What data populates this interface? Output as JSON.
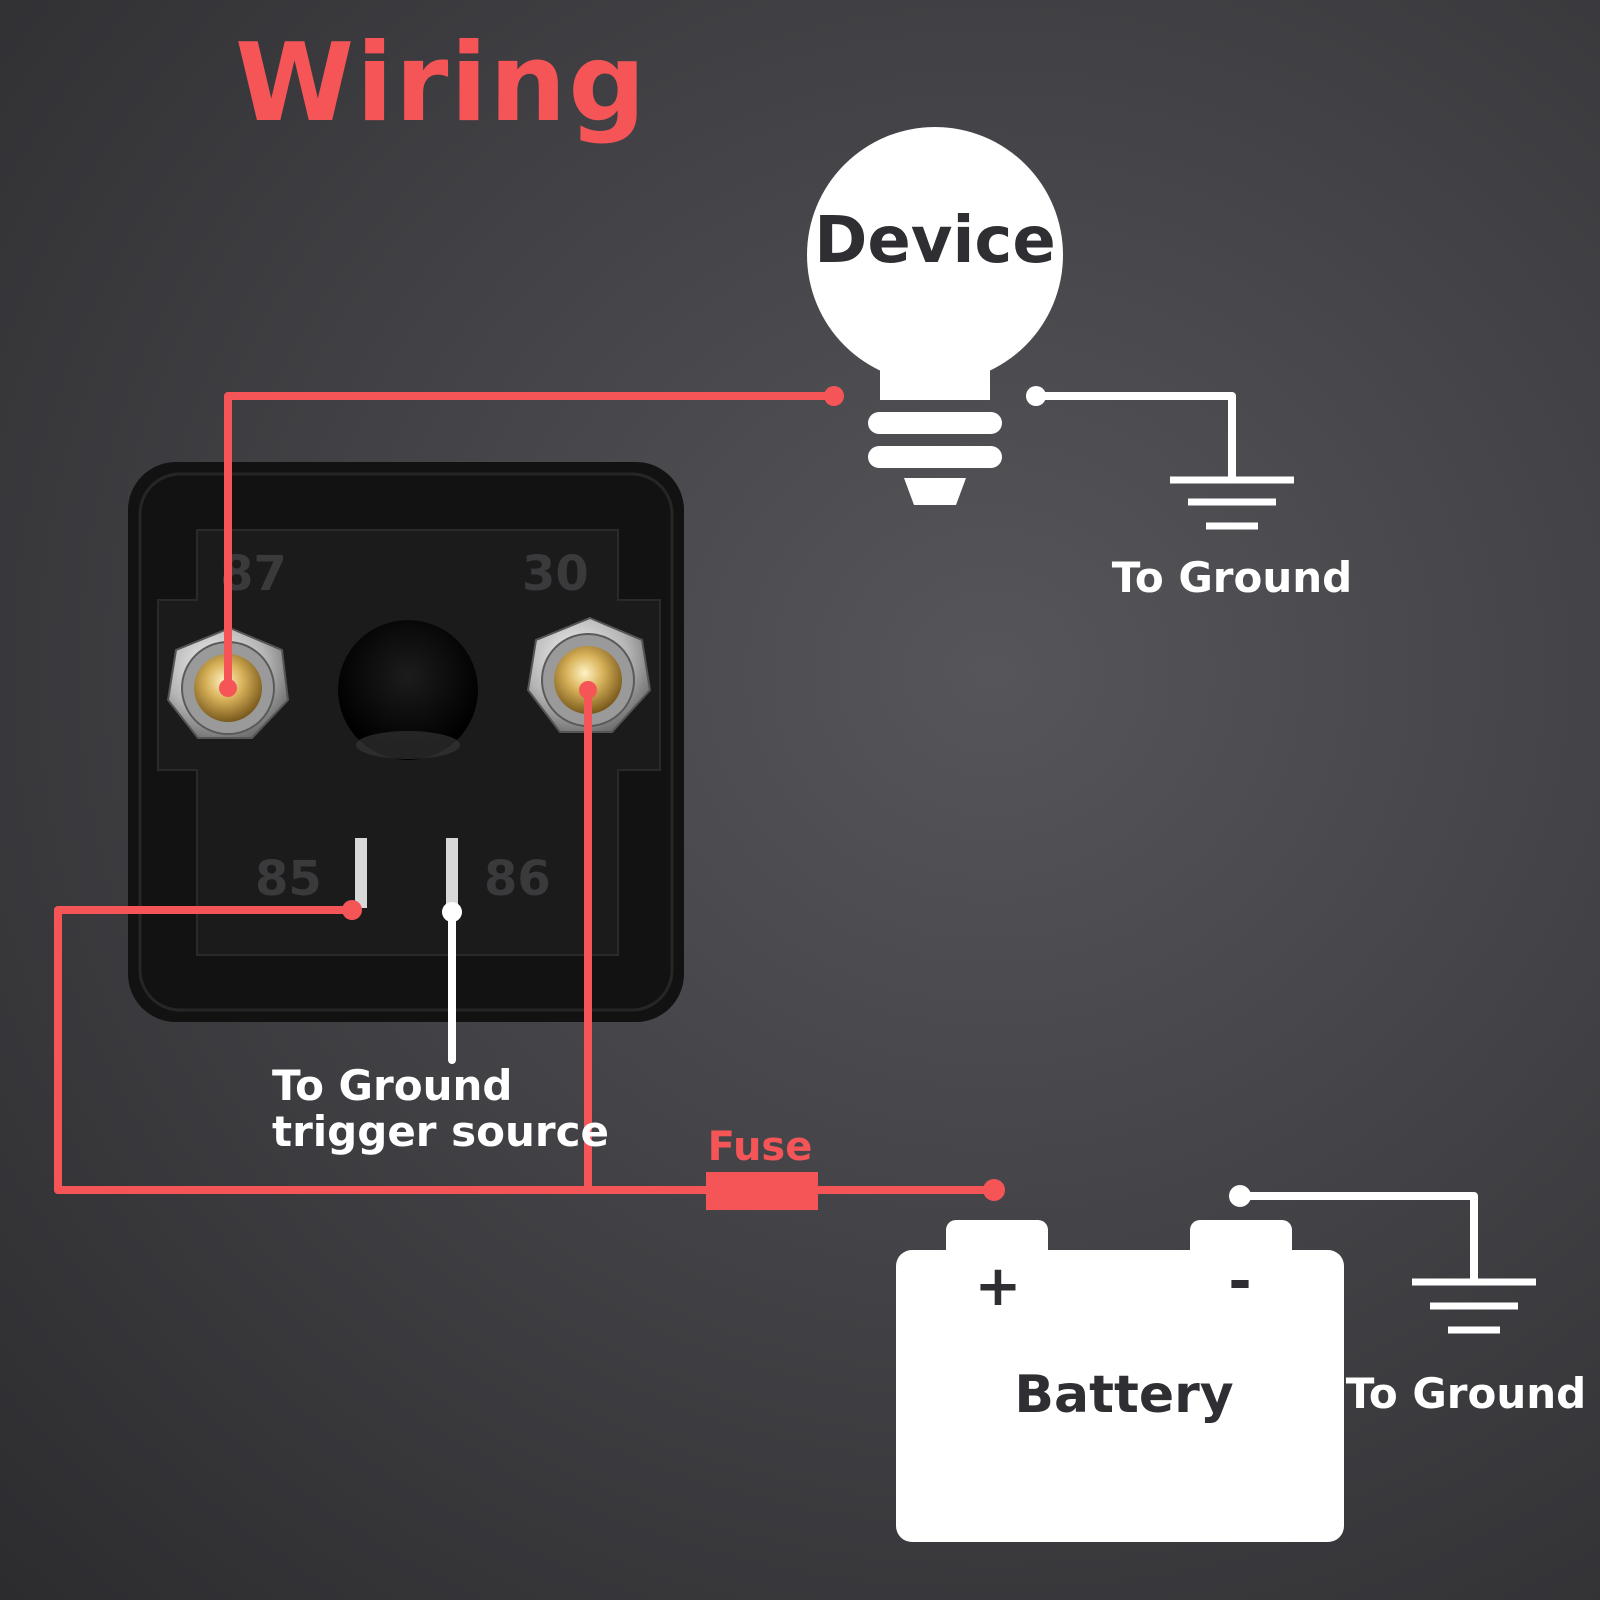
{
  "title": "Wiring",
  "labels": {
    "device": "Device",
    "device_ground": "To Ground",
    "ground_trigger_line1": "To Ground",
    "ground_trigger_line2": "trigger source",
    "fuse": "Fuse",
    "battery": "Battery",
    "battery_plus": "+",
    "battery_minus": "-",
    "battery_ground": "To Ground"
  },
  "relay": {
    "pins": [
      "87",
      "30",
      "85",
      "86"
    ]
  },
  "colors": {
    "wire_positive": "#f65558",
    "wire_ground": "#ffffff",
    "relay_body": "#141414",
    "relay_face": "#1d1d1d",
    "terminal_brass": "#c9a24a",
    "terminal_nut": "#c8c8c8"
  }
}
